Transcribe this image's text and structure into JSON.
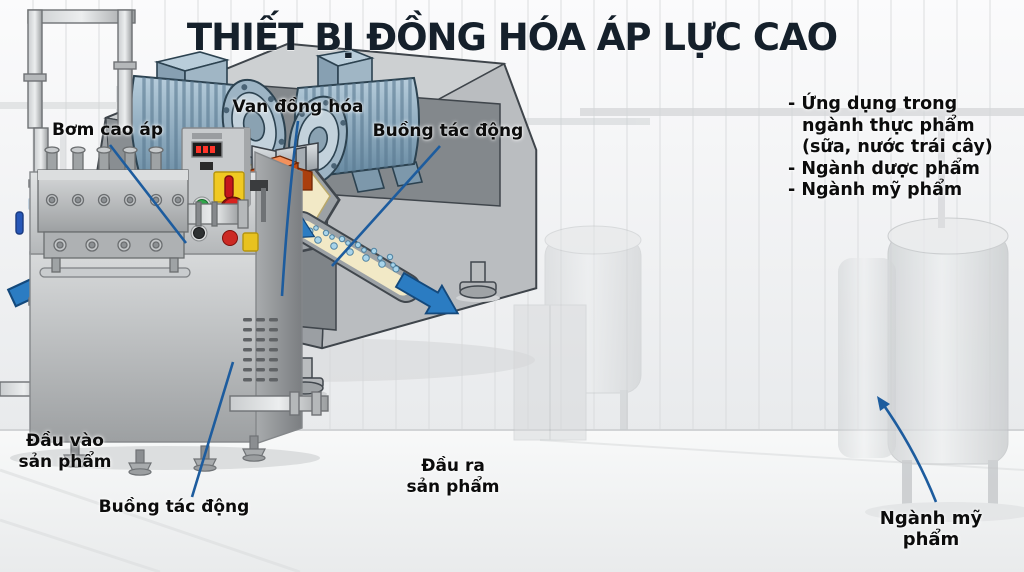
{
  "title": "THIẾT BỊ ĐỒNG HÓA ÁP LỰC CAO",
  "diagram_labels": {
    "high_pressure_pump": "Bơm cao áp",
    "homogenizing_valve": "Van đồng hóa",
    "impact_chamber_top": "Buồng tác động",
    "impact_chamber_bottom": "Buồng tác động",
    "product_inlet_line1": "Đầu vào",
    "product_inlet_line2": "sản phẩm",
    "product_outlet_line1": "Đầu ra",
    "product_outlet_line2": "sản phẩm"
  },
  "applications": {
    "lines": [
      "- Ứng dụng trong",
      "ngành thực phẩm",
      "(sữa, nước trái cây)",
      "- Ngành dược phẩm",
      "- Ngành mỹ phẩm"
    ]
  },
  "machine_caption": "Ngành mỹ phẩm",
  "colors": {
    "title_text": "#15202b",
    "label_text": "#0c0c0c",
    "leader_line_blue": "#1d5c9e",
    "flow_arrow_blue": "#2b7cc2",
    "valve_orange": "#e25a1f",
    "channel_cream": "#f2e9c6",
    "bubble_blue": "#a8d4ea",
    "motor_steel_blue": "#8fa9bd",
    "housing_gray": "#b4b7ba",
    "machine_steel": "#c2c5c7"
  }
}
